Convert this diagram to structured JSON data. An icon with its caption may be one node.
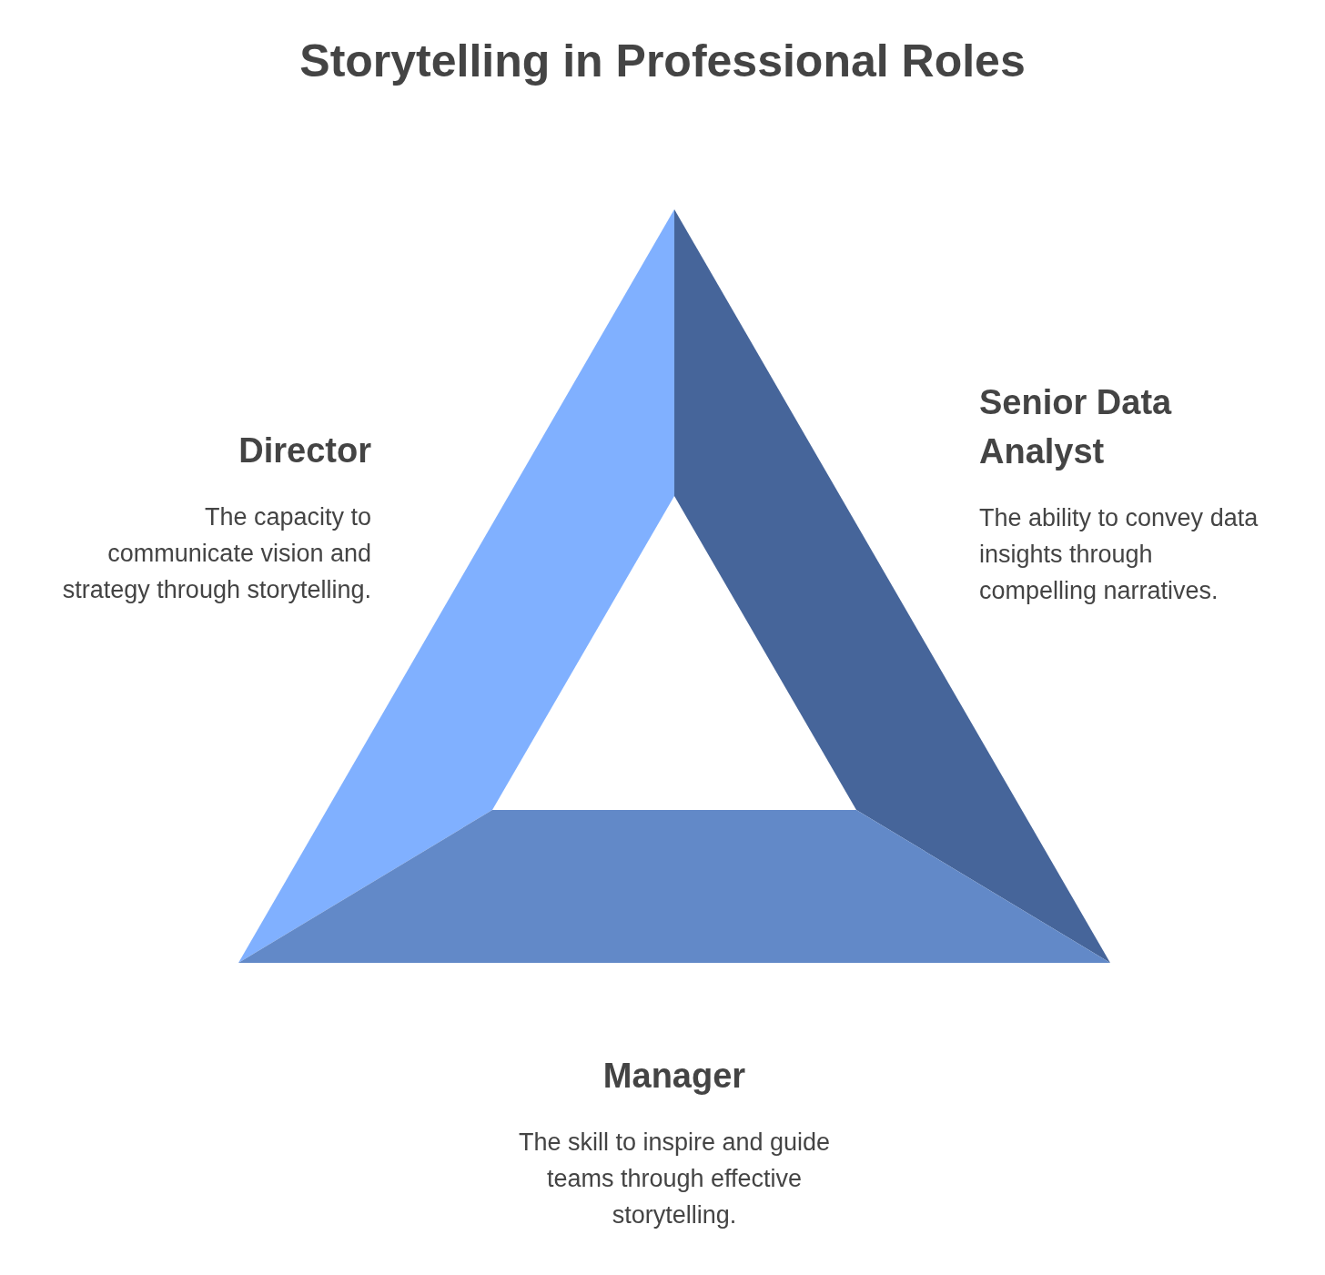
{
  "diagram": {
    "title": "Storytelling in Professional Roles",
    "nodes": [
      {
        "text": [
          "Director",
          "The capacity to communicate vision and strategy through storytelling."
        ]
      },
      {
        "text": [
          "Senior Data Analyst",
          "The ability to convey data insights through compelling narratives."
        ]
      },
      {
        "text": [
          "Manager",
          "The skill to inspire and guide teams through effective storytelling."
        ]
      }
    ]
  }
}
